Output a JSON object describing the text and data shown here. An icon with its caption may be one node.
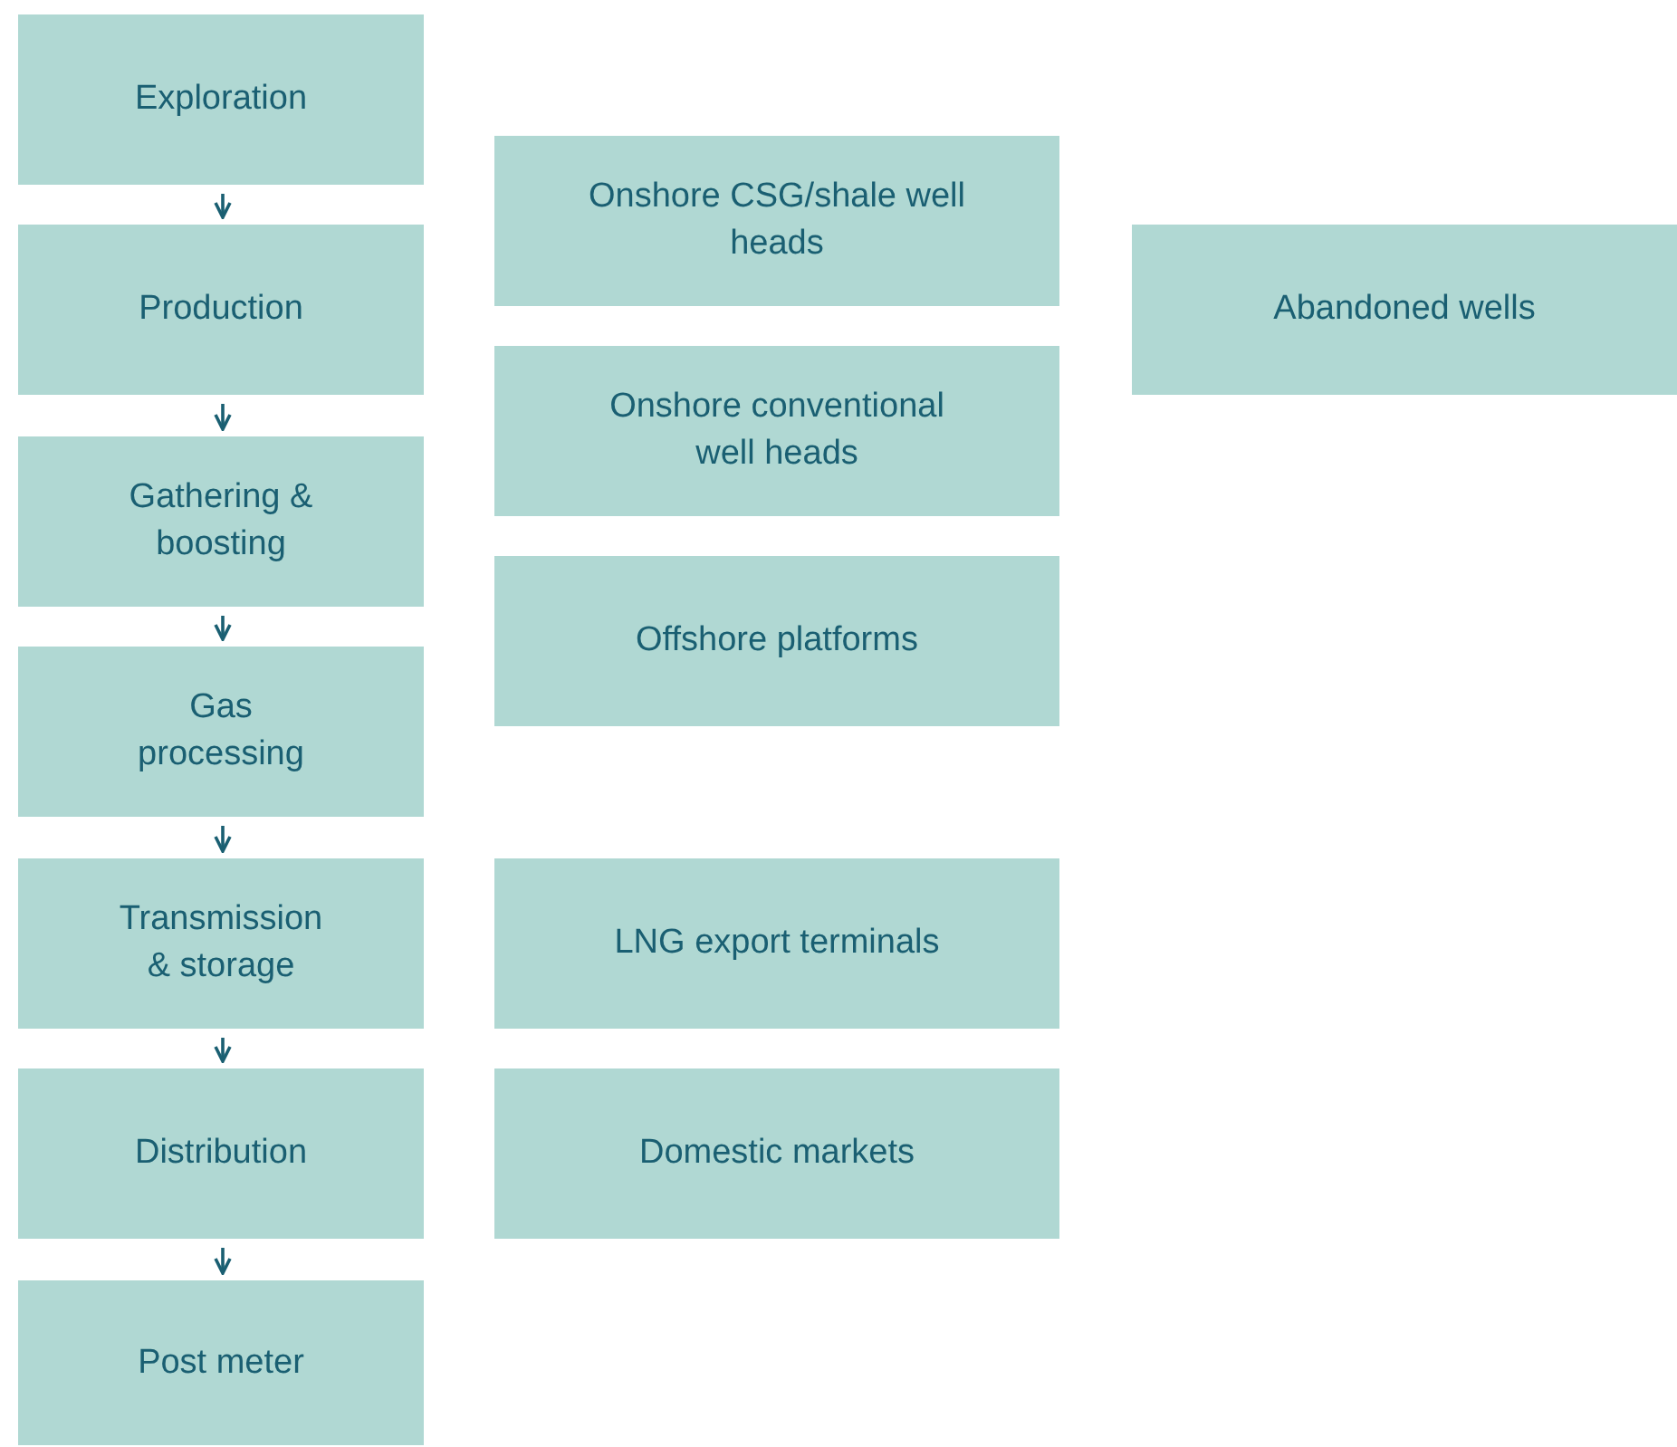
{
  "diagram": {
    "nodes": [
      {
        "text": [
          "Exploration"
        ]
      },
      {
        "text": [
          "Production"
        ]
      },
      {
        "text": [
          "Gathering & boosting"
        ]
      },
      {
        "text": [
          "Gas processing"
        ]
      },
      {
        "text": [
          "Transmission & storage"
        ]
      },
      {
        "text": [
          "Distribution"
        ]
      },
      {
        "text": [
          "Post meter"
        ]
      },
      {
        "text": [
          "Onshore CSG/shale well heads"
        ]
      },
      {
        "text": [
          "Onshore conventional well heads"
        ]
      },
      {
        "text": [
          "Offshore platforms"
        ]
      },
      {
        "text": [
          "LNG export terminals"
        ]
      },
      {
        "text": [
          "Domestic markets"
        ]
      },
      {
        "text": [
          "Abandoned wells"
        ]
      }
    ],
    "edges": [
      {
        "from": 0,
        "to": 1,
        "arrow": "to"
      },
      {
        "from": 1,
        "to": 2,
        "arrow": "to"
      },
      {
        "from": 2,
        "to": 3,
        "arrow": "to"
      },
      {
        "from": 3,
        "to": 4,
        "arrow": "to"
      },
      {
        "from": 4,
        "to": 5,
        "arrow": "to"
      },
      {
        "from": 5,
        "to": 6,
        "arrow": "to"
      }
    ]
  }
}
